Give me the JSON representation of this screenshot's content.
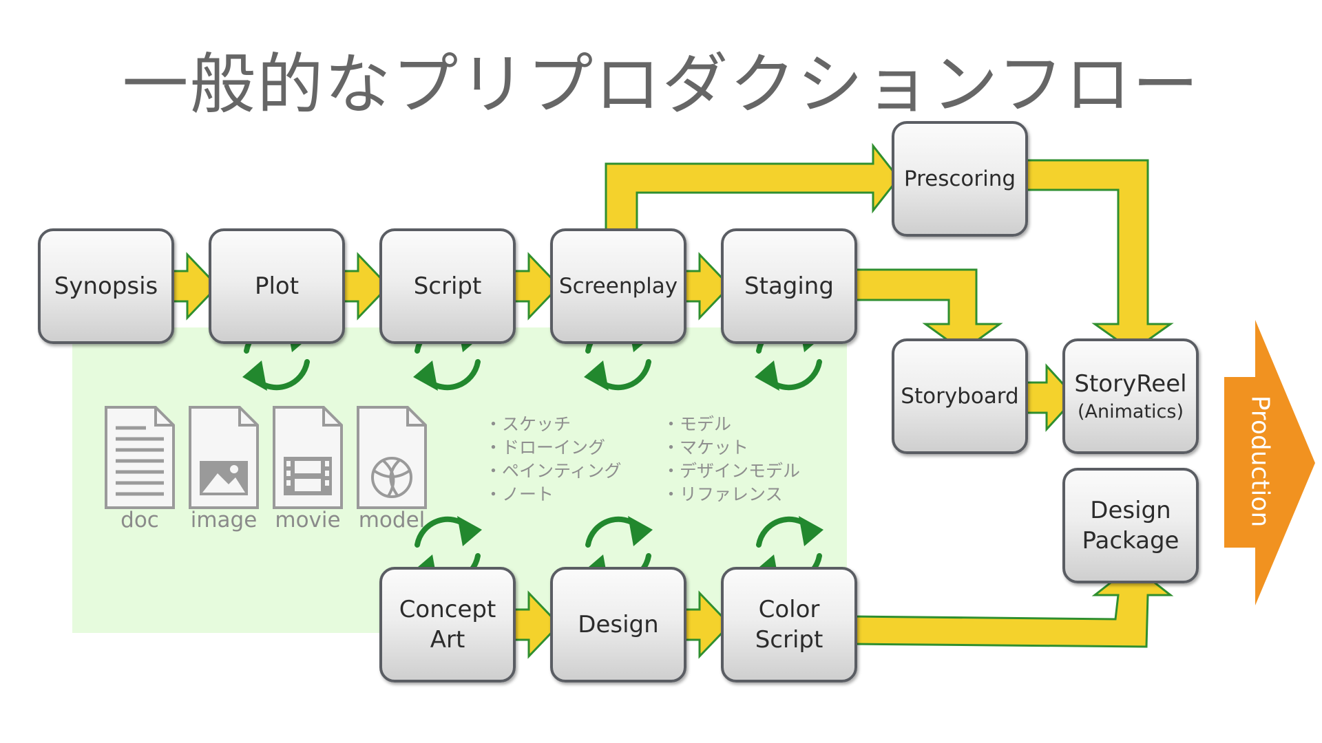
{
  "title": "一般的なプリプロダクションフロー",
  "nodes": {
    "synopsis": "Synopsis",
    "plot": "Plot",
    "script": "Script",
    "screenplay": "Screenplay",
    "staging": "Staging",
    "prescoring": "Prescoring",
    "storyboard": "Storyboard",
    "storyreel": "StoryReel",
    "storyreel_sub": "(Animatics)",
    "design_package_1": "Design",
    "design_package_2": "Package",
    "concept_art_1": "Concept",
    "concept_art_2": "Art",
    "design": "Design",
    "color_script_1": "Color",
    "color_script_2": "Script"
  },
  "production_label": "Production",
  "file_icons": [
    {
      "label": "doc",
      "icon": "doc-icon"
    },
    {
      "label": "image",
      "icon": "image-icon"
    },
    {
      "label": "movie",
      "icon": "movie-icon"
    },
    {
      "label": "model",
      "icon": "model-icon"
    }
  ],
  "bullets_left": [
    "・スケッチ",
    "・ドローイング",
    "・ペインティング",
    "・ノート"
  ],
  "bullets_right": [
    "・モデル",
    "・マケット",
    "・デザインモデル",
    "・リファレンス"
  ],
  "colors": {
    "arrow_fill": "#f4d22c",
    "arrow_stroke": "#2f8f2f",
    "cycle": "#22882e",
    "production": "#f19220",
    "green_area": "#e6fbdd"
  }
}
